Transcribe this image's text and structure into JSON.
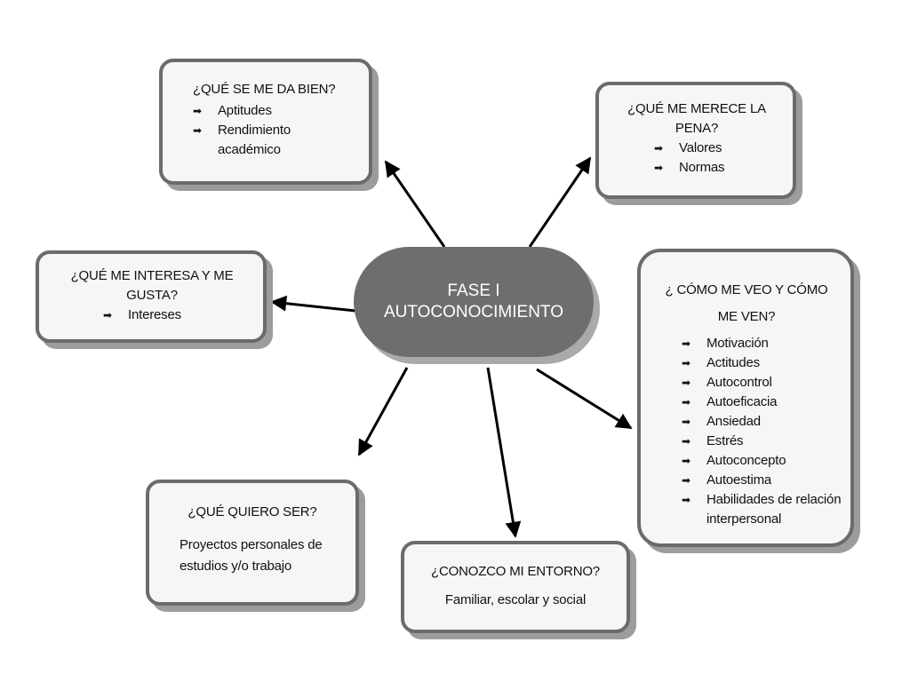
{
  "center": {
    "line1": "FASE I",
    "line2": "AUTOCONOCIMIENTO"
  },
  "boxes": {
    "aptitudes": {
      "title": "¿QUÉ SE ME DA BIEN?",
      "items": [
        "Aptitudes",
        "Rendimiento académico"
      ]
    },
    "valores": {
      "title": "¿QUÉ ME MERECE LA PENA?",
      "items": [
        "Valores",
        "Normas"
      ]
    },
    "intereses": {
      "title": "¿QUÉ ME INTERESA Y ME GUSTA?",
      "items": [
        "Intereses"
      ]
    },
    "comoveo": {
      "title": "¿ CÓMO ME VEO Y CÓMO ME VEN?",
      "items": [
        "Motivación",
        "Actitudes",
        "Autocontrol",
        "Autoeficacia",
        "Ansiedad",
        "Estrés",
        "Autoconcepto",
        "Autoestima",
        "Habilidades de relación interpersonal"
      ]
    },
    "quiero": {
      "title": "¿QUÉ QUIERO SER?",
      "text": "Proyectos personales de estudios y/o trabajo"
    },
    "entorno": {
      "title": "¿CONOZCO MI ENTORNO?",
      "text": "Familiar, escolar y social"
    }
  },
  "colors": {
    "box_border": "#6b6b6b",
    "box_fill": "#f6f6f6",
    "center_fill": "#6e6e6e",
    "arrow": "#000000"
  }
}
